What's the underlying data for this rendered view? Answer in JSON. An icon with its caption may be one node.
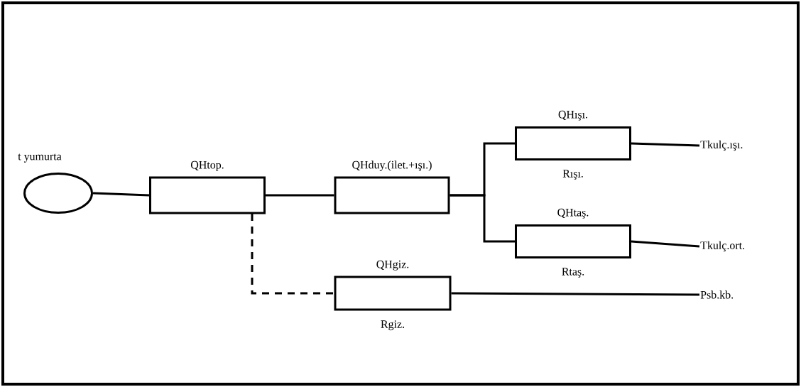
{
  "diagram": {
    "nodes": [
      {
        "text": [
          "t yumurta"
        ]
      },
      {
        "text": [
          "QHtop."
        ]
      },
      {
        "text": [
          "QHduy.(ilet.+ışı.)"
        ]
      },
      {
        "text": [
          "QHışı."
        ],
        "beside": [
          "Rışı."
        ]
      },
      {
        "text": [
          "QHtaş."
        ],
        "beside": [
          "Rtaş."
        ]
      },
      {
        "text": [
          "QHgiz."
        ],
        "beside": [
          "Rgiz."
        ]
      },
      {
        "text": [
          "Tkulç.ışı."
        ]
      },
      {
        "text": [
          "Tkulç.ort."
        ]
      },
      {
        "text": [
          "Psb.kb."
        ]
      }
    ],
    "edges": [
      {
        "from": 0,
        "to": 1,
        "arrow": "none"
      },
      {
        "from": 1,
        "to": 2,
        "arrow": "none"
      },
      {
        "from": 2,
        "to": 3,
        "arrow": "none"
      },
      {
        "from": 2,
        "to": 4,
        "arrow": "none"
      },
      {
        "from": 3,
        "to": 6,
        "arrow": "none"
      },
      {
        "from": 4,
        "to": 7,
        "arrow": "none"
      },
      {
        "from": 1,
        "to": 5,
        "arrow": "none",
        "style": "dashed"
      },
      {
        "from": 5,
        "to": 8,
        "arrow": "none"
      }
    ]
  }
}
